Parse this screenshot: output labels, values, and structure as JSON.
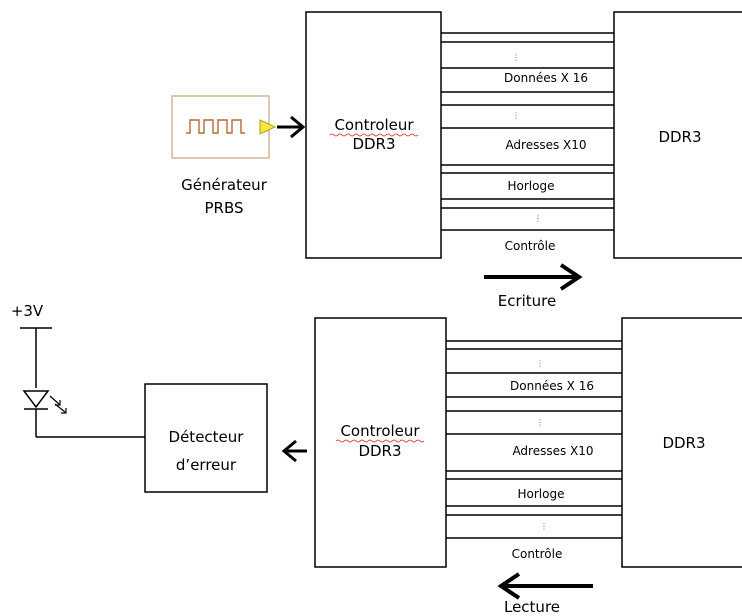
{
  "colors": {
    "stroke": "#000000",
    "text": "#000000",
    "prbs_border": "#d8b49c",
    "prbs_output": "#f5e64a",
    "squiggle": "#cc2222"
  },
  "top": {
    "generator_line1": "Générateur",
    "generator_line2": "PRBS",
    "controller_line1": "Controleur",
    "controller_line2": "DDR3",
    "memory": "DDR3",
    "bus_data": "Données X 16",
    "bus_address": "Adresses X10",
    "bus_clock": "Horloge",
    "bus_control": "Contrôle",
    "dots": "⋮",
    "direction": "Ecriture"
  },
  "bottom": {
    "supply": "+3V",
    "detector_line1": "Détecteur",
    "detector_line2": "d’erreur",
    "controller_line1": "Controleur",
    "controller_line2": "DDR3",
    "memory": "DDR3",
    "bus_data": "Données X 16",
    "bus_address": "Adresses X10",
    "bus_clock": "Horloge",
    "bus_control": "Contrôle",
    "dots": "⋮",
    "direction": "Lecture"
  }
}
